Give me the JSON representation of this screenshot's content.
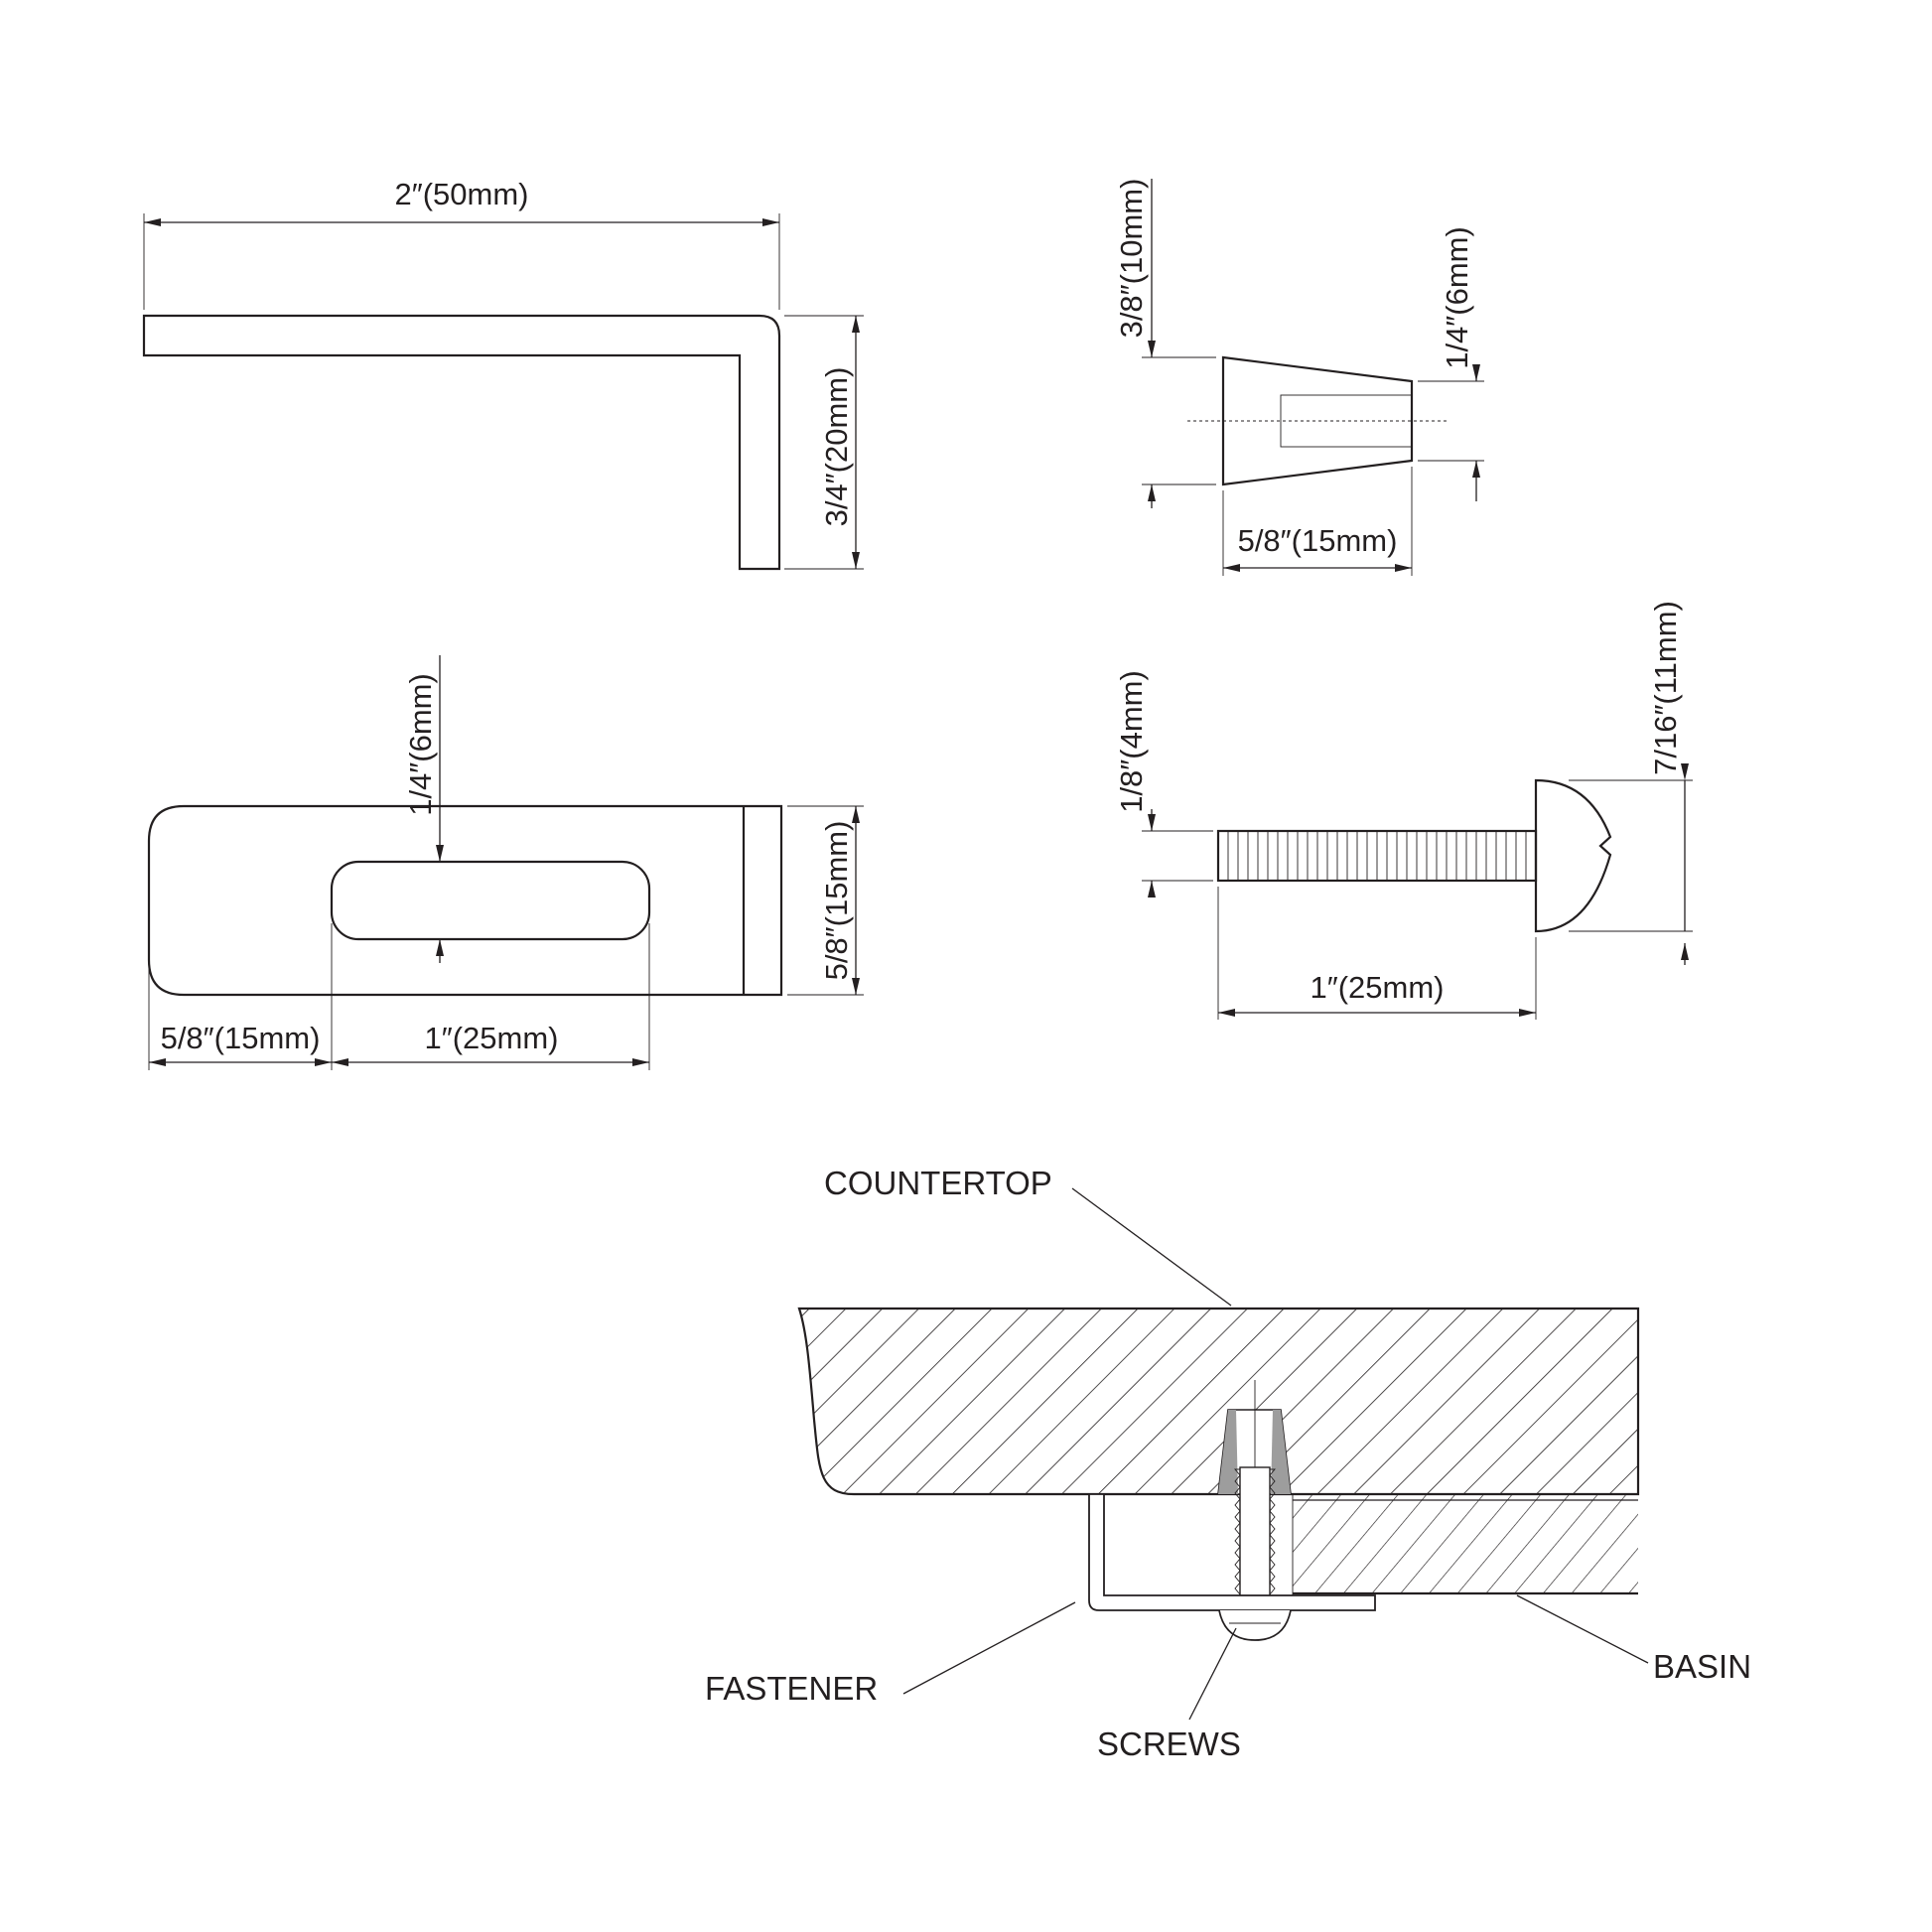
{
  "bracket_side": {
    "width": "2″(50mm)",
    "height": "3/4″(20mm)"
  },
  "wedge": {
    "height": "3/8″(10mm)",
    "bore": "1/4″(6mm)",
    "length": "5/8″(15mm)"
  },
  "bracket_top": {
    "slot": "1/4″(6mm)",
    "width": "5/8″(15mm)",
    "offset": "5/8″(15mm)",
    "slot_length": "1″(25mm)"
  },
  "screw": {
    "shank": "1/8″(4mm)",
    "head": "7/16″(11mm)",
    "length": "1″(25mm)"
  },
  "assembly": {
    "countertop": "COUNTERTOP",
    "fastener": "FASTENER",
    "screws": "SCREWS",
    "basin": "BASIN"
  },
  "colors": {
    "ink": "#231f20",
    "background": "#ffffff"
  }
}
